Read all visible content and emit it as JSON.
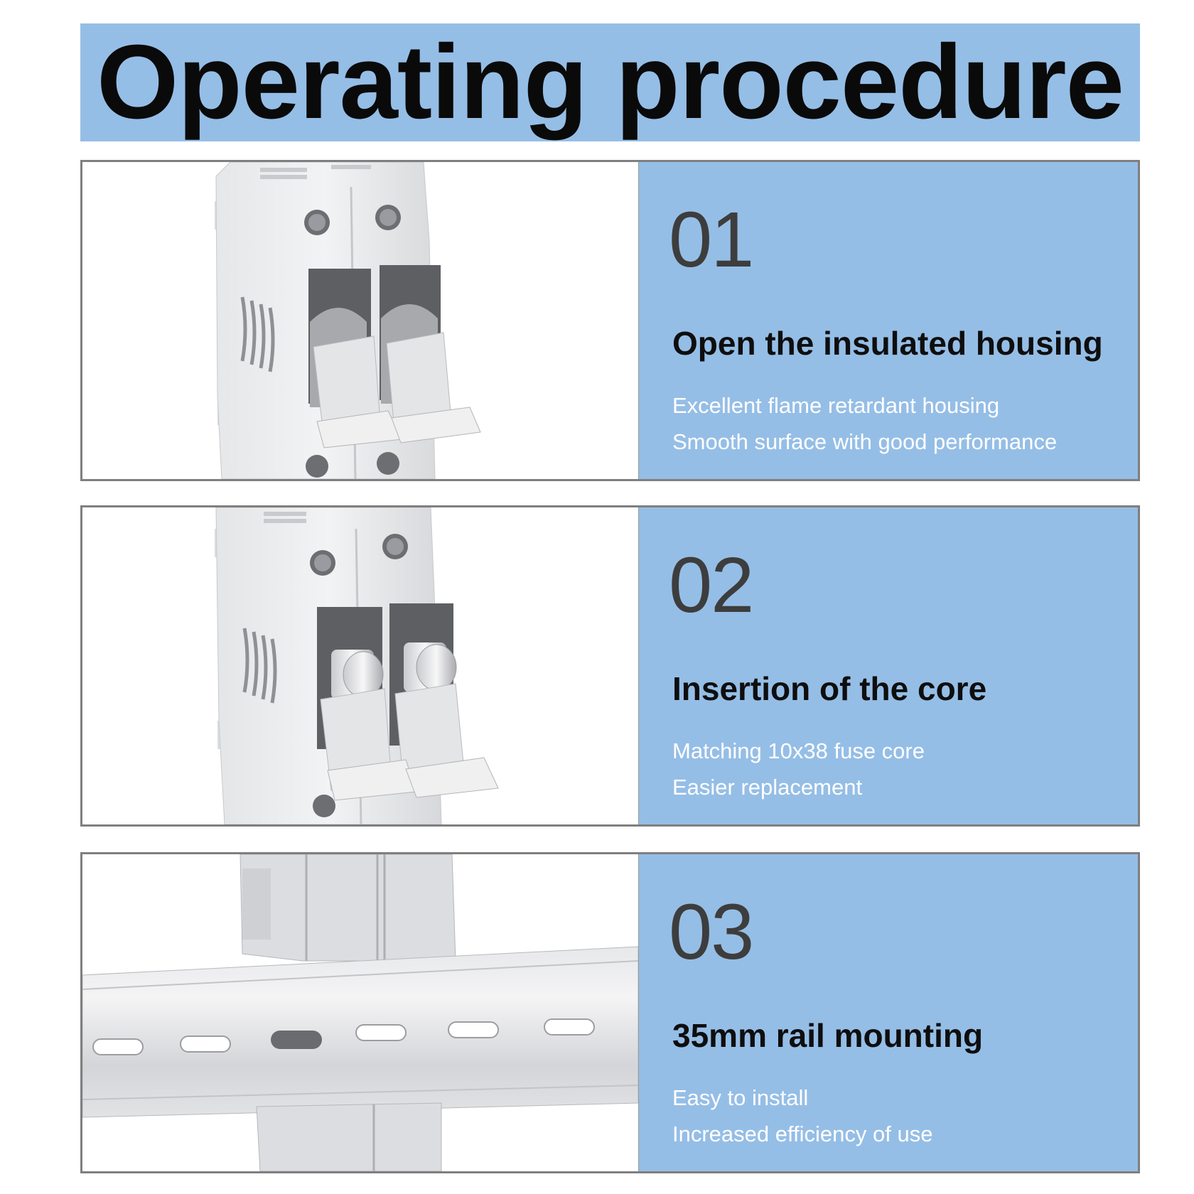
{
  "colors": {
    "accent": "#95bee6",
    "border": "#7f7f7f"
  },
  "header": {
    "title": "Operating procedure"
  },
  "steps": [
    {
      "number": "01",
      "title": "Open the insulated housing",
      "lines": [
        "Excellent flame retardant housing",
        "Smooth surface with good performance"
      ],
      "image": "fuse-holder-open-empty"
    },
    {
      "number": "02",
      "title": "Insertion of the core",
      "lines": [
        "Matching 10x38 fuse core",
        "Easier replacement"
      ],
      "image": "fuse-holder-with-fuse-cores"
    },
    {
      "number": "03",
      "title": "35mm rail mounting",
      "lines": [
        "Easy to install",
        "Increased efficiency of use"
      ],
      "image": "fuse-holder-on-din-rail"
    }
  ]
}
